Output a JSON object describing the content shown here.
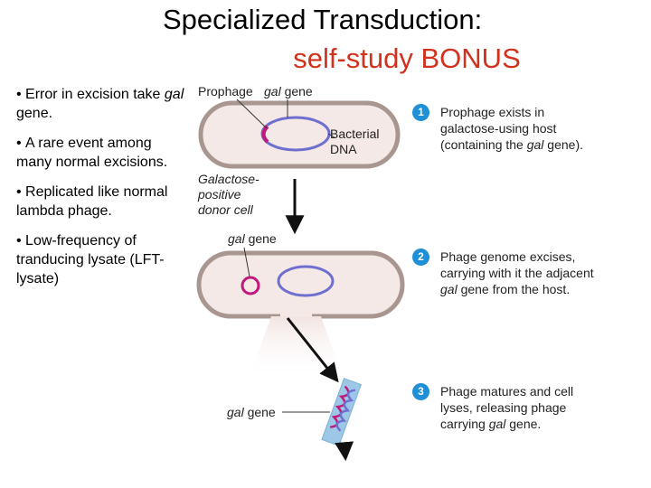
{
  "title": {
    "line1": "Specialized Transduction:",
    "line2": "self-study BONUS"
  },
  "bullets": [
    {
      "pre": "Error in excision take ",
      "em": "gal",
      "post": " gene."
    },
    {
      "pre": "A rare event among many normal excisions.",
      "em": "",
      "post": ""
    },
    {
      "pre": "Replicated like normal lambda phage.",
      "em": "",
      "post": ""
    },
    {
      "pre": "Low-frequency of tranducing lysate (LFT-lysate)",
      "em": "",
      "post": ""
    }
  ],
  "labels": {
    "prophage": "Prophage",
    "gal_gene_top_em": "gal",
    "gal_gene_top_rest": " gene",
    "bacterial": "Bacterial",
    "dna": "DNA",
    "galactose1": "Galactose-",
    "galactose2": "positive",
    "galactose3": "donor cell",
    "gal_gene_mid_em": "gal",
    "gal_gene_mid_rest": " gene",
    "gal_gene_bot_em": "gal",
    "gal_gene_bot_rest": " gene"
  },
  "steps": [
    {
      "num": "1",
      "l1": "Prophage exists in",
      "l2": "galactose-using host",
      "l3_pre": "(containing the ",
      "l3_em": "gal",
      "l3_post": " gene)."
    },
    {
      "num": "2",
      "l1": "Phage genome excises,",
      "l2": "carrying with it the adjacent",
      "l3_pre": "",
      "l3_em": "gal",
      "l3_post": " gene from the host."
    },
    {
      "num": "3",
      "l1": "Phage matures and cell",
      "l2": "lyses, releasing phage",
      "l3_pre": "carrying ",
      "l3_em": "gal",
      "l3_post": " gene."
    }
  ],
  "colors": {
    "title_accent": "#d0321e",
    "cell_wall": "#a9968f",
    "cell_fill": "#f4e9e6",
    "dna_blue": "#6f6fd0",
    "gal_magenta": "#c2187a",
    "step_circle": "#1f8fd6",
    "phage_tail": "#9cc7e6"
  }
}
